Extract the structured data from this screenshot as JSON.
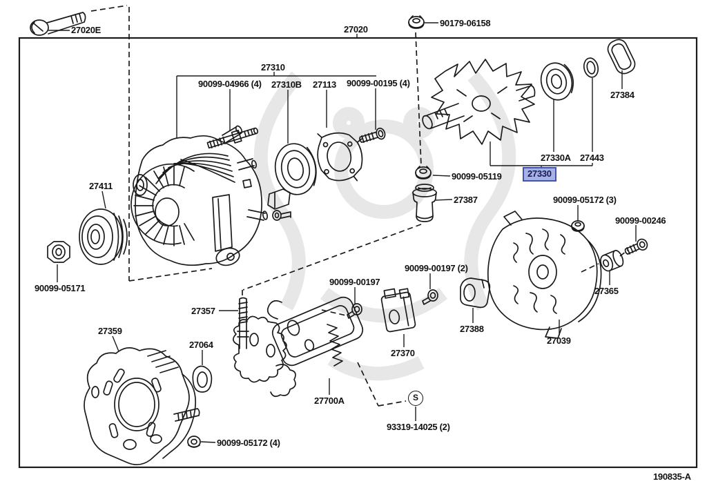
{
  "diagram": {
    "drawing_number": "190835-A",
    "highlighted_part": "27330",
    "standard_part_symbol": "S",
    "colors": {
      "line": "#1a1a1a",
      "watermark": "#e7e7e7",
      "highlight_bg": "#a8b1e6",
      "highlight_border": "#4053ae",
      "highlight_text": "#141b56"
    },
    "labels": {
      "p27020e": "27020E",
      "p27020": "27020",
      "p90179_06158": "90179-06158",
      "p27310": "27310",
      "p90099_04966_4": "90099-04966 (4)",
      "p27310b": "27310B",
      "p27113": "27113",
      "p90099_00195_4": "90099-00195 (4)",
      "p27384": "27384",
      "p27330a": "27330A",
      "p27443": "27443",
      "p27330": "27330",
      "p90099_05119": "90099-05119",
      "p27387": "27387",
      "p90099_05172_3": "90099-05172 (3)",
      "p90099_00246": "90099-00246",
      "p27365": "27365",
      "p27039": "27039",
      "p27388": "27388",
      "p27370": "27370",
      "p90099_00197": "90099-00197",
      "p90099_00197_2": "90099-00197 (2)",
      "p27700a": "27700A",
      "p93319_14025_2": "93319-14025 (2)",
      "p27357": "27357",
      "p27064": "27064",
      "p27359": "27359",
      "p90099_05172_4": "90099-05172 (4)",
      "p90099_05171": "90099-05171",
      "p27411": "27411"
    }
  }
}
